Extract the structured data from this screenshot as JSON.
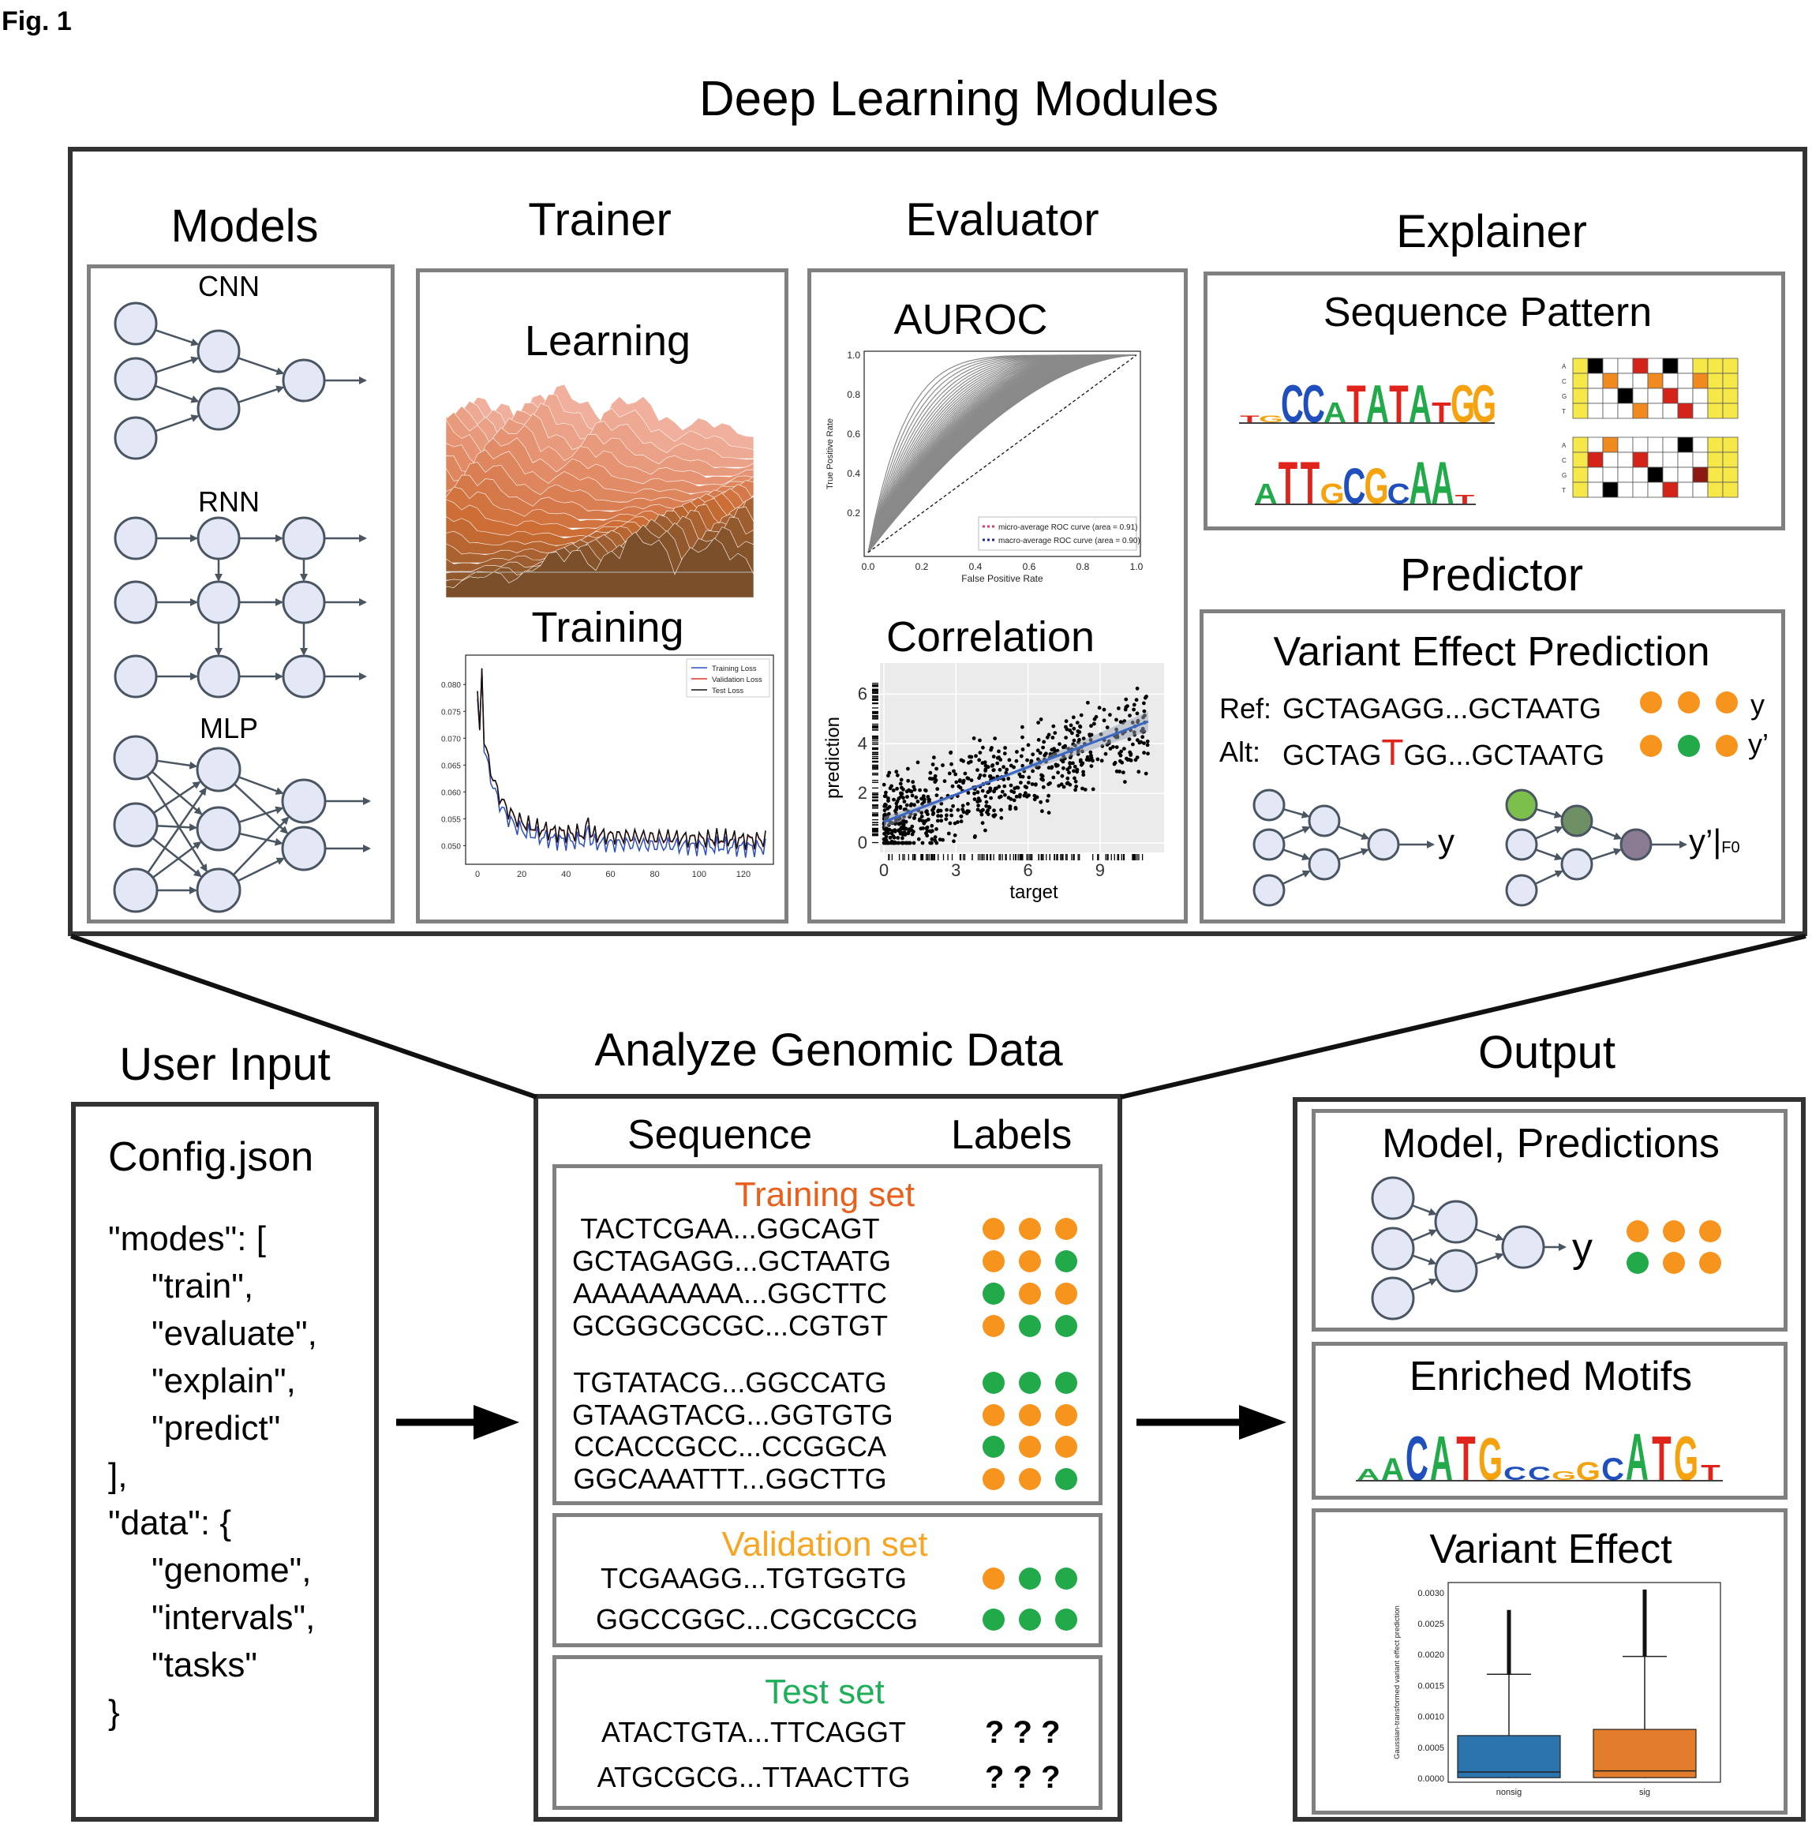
{
  "figure_label": "Fig. 1",
  "modules": {
    "title": "Deep Learning Modules",
    "models": {
      "title": "Models",
      "cnn": "CNN",
      "rnn": "RNN",
      "mlp": "MLP"
    },
    "trainer": {
      "title": "Trainer",
      "learning": "Learning",
      "training": "Training",
      "legend": [
        "Training Loss",
        "Validation Loss",
        "Test Loss"
      ],
      "x_ticks": [
        "0",
        "20",
        "40",
        "60",
        "80",
        "100",
        "120"
      ],
      "y_ticks": [
        "0.080",
        "0.075",
        "0.070",
        "0.065",
        "0.060",
        "0.055",
        "0.050"
      ]
    },
    "evaluator": {
      "title": "Evaluator",
      "auroc": "AUROC",
      "roc_ylabel": "True Positive Rate",
      "roc_xlabel": "False Positive Rate",
      "roc_ticks": [
        "0.0",
        "0.2",
        "0.4",
        "0.6",
        "0.8",
        "1.0"
      ],
      "roc_legend": [
        "micro-average ROC curve (area = 0.91)",
        "macro-average ROC curve (area = 0.90)"
      ],
      "correlation": "Correlation",
      "corr_xlabel": "target",
      "corr_ylabel": "prediction",
      "corr_xticks": [
        "0",
        "3",
        "6",
        "9"
      ],
      "corr_yticks": [
        "0",
        "2",
        "4",
        "6"
      ]
    },
    "explainer": {
      "title": "Explainer",
      "subtitle": "Sequence Pattern",
      "motif1": "TGCCATATATGG",
      "motif2": "ATTGCGCAAT",
      "heat_rows": [
        "A",
        "C",
        "G",
        "T"
      ]
    },
    "predictor": {
      "title": "Predictor",
      "subtitle": "Variant Effect Prediction",
      "ref_label": "Ref:",
      "ref_seq": "GCTAGAGG...GCTAATG",
      "ref_y": "y",
      "alt_label": "Alt:",
      "alt_seq_a": "GCTAG",
      "alt_seq_b": "T",
      "alt_seq_c": "GG...GCTAATG",
      "alt_y": "y’",
      "out_y": "y",
      "out_y2": "y’|",
      "out_y2_sub": "F0"
    }
  },
  "user_input": {
    "title": "User Input",
    "file": "Config.json",
    "lines": [
      "\"modes\": [",
      "\"train\",",
      "\"evaluate\",",
      "\"explain\",",
      "\"predict\"",
      "],",
      "\"data\": {",
      "\"genome\",",
      "\"intervals\",",
      "\"tasks\"",
      "}"
    ]
  },
  "analyze": {
    "title": "Analyze Genomic Data",
    "col_sequence": "Sequence",
    "col_labels": "Labels",
    "training_title": "Training set",
    "training_seqs": [
      "TACTCGAA...GGCAGT",
      "GCTAGAGG...GCTAATG",
      "AAAAAAAAA...GGCTTC",
      "GCGGCGCGC...CGTGT",
      "TGTATACG...GGCCATG",
      "GTAAGTACG...GGTGTG",
      "CCACCGCC...CCGGCA",
      "GGCAAATTT...GGCTTG"
    ],
    "validation_title": "Validation set",
    "validation_seqs": [
      "TCGAAGG...TGTGGTG",
      "GGCCGGC...CGCGCCG"
    ],
    "test_title": "Test set",
    "test_seqs": [
      "ATACTGTA...TTCAGGT",
      "ATGCGCG...TTAACTTG"
    ],
    "unknown_label": "? ? ?"
  },
  "output": {
    "title": "Output",
    "model_predictions": "Model, Predictions",
    "out_y": "y",
    "enriched_motifs": "Enriched Motifs",
    "motif_seq": "AACATGCCGGCATGT",
    "variant_effect": "Variant Effect",
    "box_ylabel": "Gaussian-transformed variant effect prediction",
    "box_yticks": [
      "0.0030",
      "0.0025",
      "0.0020",
      "0.0015",
      "0.0010",
      "0.0005",
      "0.0000"
    ],
    "box_xticks": [
      "nonsig",
      "sig"
    ]
  },
  "colors": {
    "orange": "#f7941d",
    "green": "#22a94a",
    "training_title": "#e8601c",
    "validation_title": "#f6a623",
    "test_title": "#1fae5a",
    "node_fill": "#e4e8f6",
    "node_stroke": "#4a5562"
  }
}
